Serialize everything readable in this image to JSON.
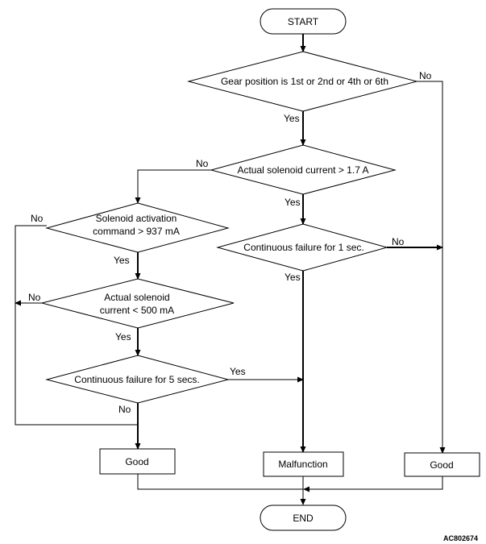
{
  "nodes": {
    "start": "START",
    "end": "END",
    "gear_position": "Gear position is 1st or 2nd or 4th or 6th",
    "actual_current_high": "Actual solenoid current > 1.7 A",
    "activation_line1": "Solenoid activation",
    "activation_line2": "command > 937 mA",
    "continuous_1sec": "Continuous failure for 1 sec.",
    "actual_low_line1": "Actual solenoid",
    "actual_low_line2": "current < 500 mA",
    "continuous_5sec": "Continuous failure for 5 secs.",
    "good_left": "Good",
    "malfunction": "Malfunction",
    "good_right": "Good"
  },
  "edges": {
    "gear_no": "No",
    "gear_yes": "Yes",
    "high_no": "No",
    "high_yes": "Yes",
    "activation_no": "No",
    "activation_yes": "Yes",
    "one_sec_no": "No",
    "one_sec_yes": "Yes",
    "low_no": "No",
    "low_yes": "Yes",
    "five_sec_yes": "Yes",
    "five_sec_no": "No"
  },
  "figure_code": "AC802674"
}
